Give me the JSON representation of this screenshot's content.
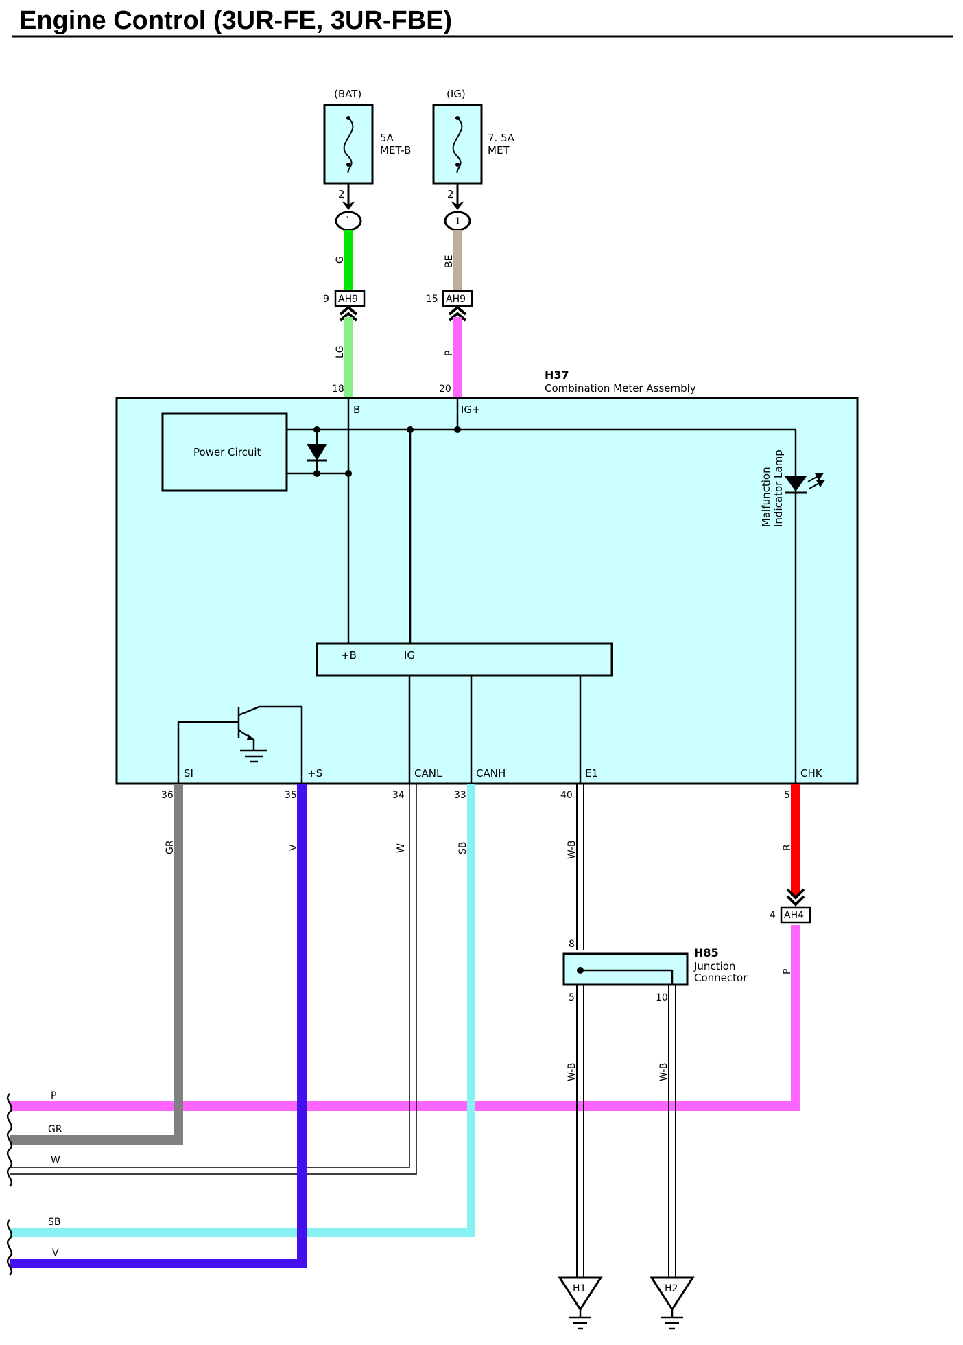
{
  "title": "Engine Control (3UR-FE, 3UR-FBE)",
  "fuses": [
    {
      "source": "(BAT)",
      "amp": "5A",
      "name": "MET-B",
      "pin": "2",
      "junction": "`"
    },
    {
      "source": "(IG)",
      "amp": "7. 5A",
      "name": "MET",
      "pin": "2",
      "junction": "1"
    }
  ],
  "connectors": {
    "ah9_left": {
      "name": "AH9",
      "pin": "9"
    },
    "ah9_right": {
      "name": "AH9",
      "pin": "15"
    },
    "ah4": {
      "name": "AH4",
      "pin": "4"
    }
  },
  "meter": {
    "id": "H37",
    "name": "Combination Meter Assembly",
    "power_circuit": "Power Circuit",
    "lamp": [
      "Malfunction",
      "Indicator Lamp"
    ],
    "top_pins": [
      {
        "num": "18",
        "term": "B"
      },
      {
        "num": "20",
        "term": "IG+"
      }
    ],
    "ic_terms": [
      "+B",
      "IG"
    ],
    "bottom_pins": [
      {
        "num": "36",
        "term": "SI",
        "wire": "GR"
      },
      {
        "num": "35",
        "term": "+S",
        "wire": "V"
      },
      {
        "num": "34",
        "term": "CANL",
        "wire": "W"
      },
      {
        "num": "33",
        "term": "CANH",
        "wire": "SB"
      },
      {
        "num": "40",
        "term": "E1",
        "wire": "W-B"
      },
      {
        "num": "5",
        "term": "CHK",
        "wire": "R"
      }
    ]
  },
  "upper_wires": {
    "fuse1_out": "G",
    "fuse2_out": "BE",
    "meter_b": "LG",
    "meter_ig": "P"
  },
  "junction": {
    "id": "H85",
    "name": [
      "Junction",
      "Connector"
    ],
    "pin_in": "8",
    "pin_out1": "5",
    "pin_out2": "10",
    "wire_out1": "W-B",
    "wire_out2": "W-B",
    "chk_wire_below": "P"
  },
  "grounds": [
    "H1",
    "H2"
  ],
  "bus_wires": [
    "P",
    "GR",
    "W",
    "SB",
    "V"
  ],
  "colors": {
    "box_fill": "#ccffff",
    "G": "#00e600",
    "LG": "#88ee88",
    "BE": "#bfae9a",
    "P": "#ff66ff",
    "GR": "#808080",
    "V": "#4411ee",
    "SB": "#88f2f2",
    "R": "#ff0000"
  }
}
